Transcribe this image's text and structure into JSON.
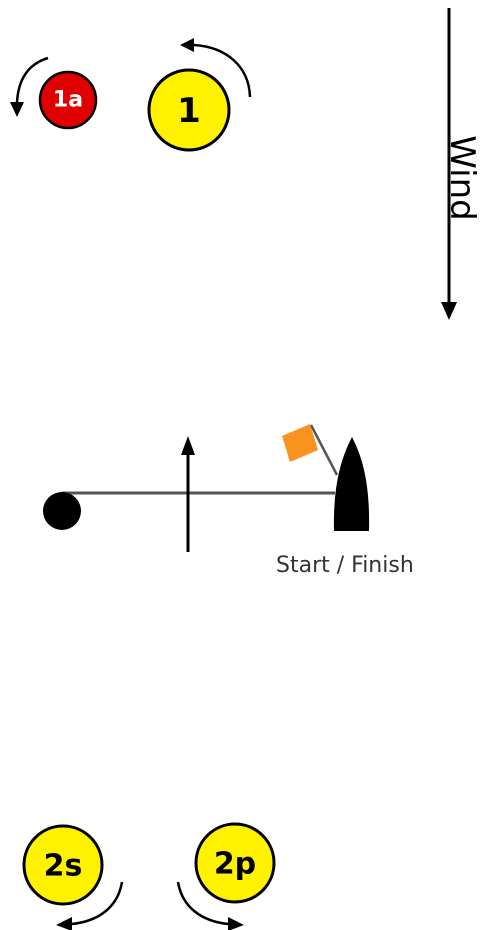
{
  "wind": {
    "label": "Wind"
  },
  "marks": {
    "mark_1": {
      "label": "1",
      "color": "#FFF200"
    },
    "mark_1a": {
      "label": "1a",
      "color": "#E00000"
    },
    "mark_2s": {
      "label": "2s",
      "color": "#FFF200"
    },
    "mark_2p": {
      "label": "2p",
      "color": "#FFF200"
    }
  },
  "start_finish": {
    "label": "Start / Finish",
    "flag_color": "#F7931E",
    "pin_color": "#000000"
  }
}
